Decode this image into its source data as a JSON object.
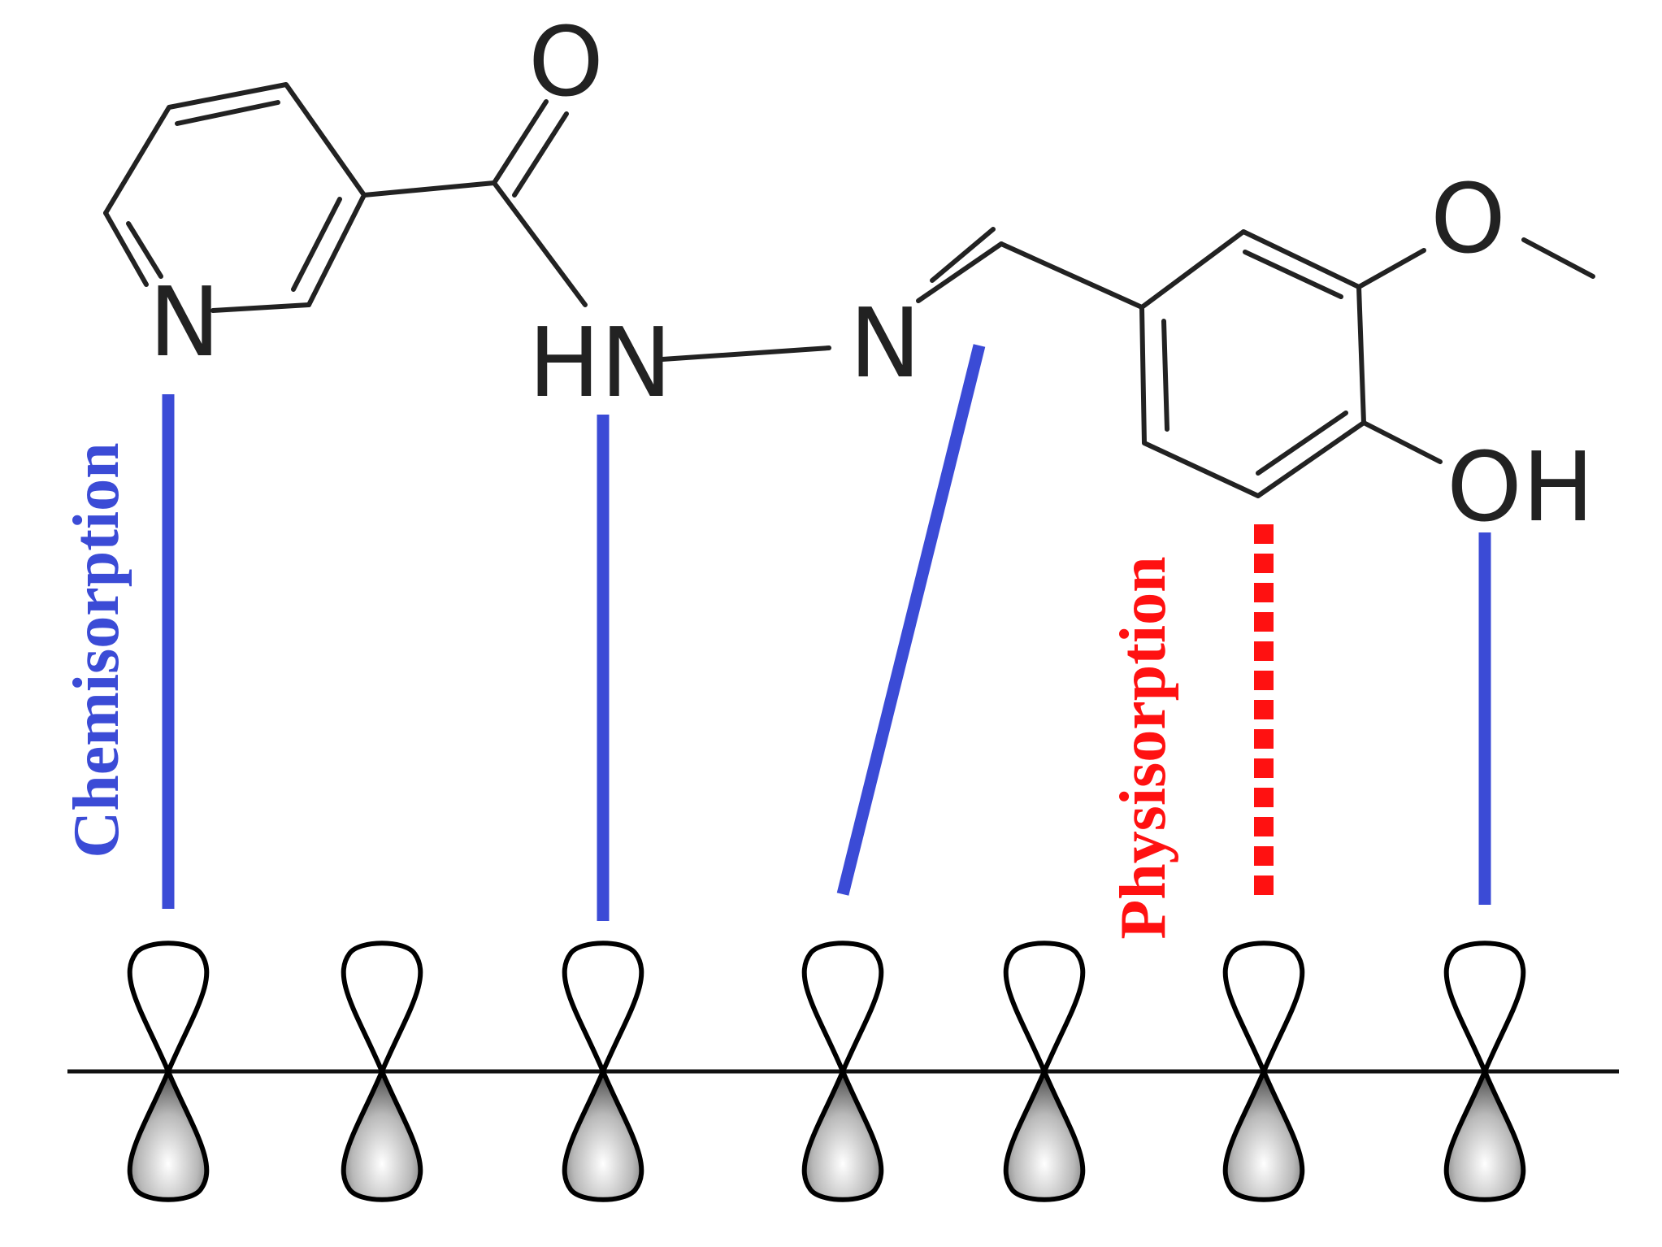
{
  "molecule": {
    "atoms": {
      "pyridine_n": "N",
      "carbonyl_o": "O",
      "amide_nh": "HN",
      "imine_n": "N",
      "methoxy_o": "O",
      "hydroxyl": "OH"
    }
  },
  "labels": {
    "chemisorption": "Chemisorption",
    "physisorption": "Physisorption"
  },
  "colors": {
    "chemisorption": "#3b4bd6",
    "physisorption": "#ff1111",
    "structure": "#222222"
  },
  "surface": {
    "orbital_count": 7
  }
}
